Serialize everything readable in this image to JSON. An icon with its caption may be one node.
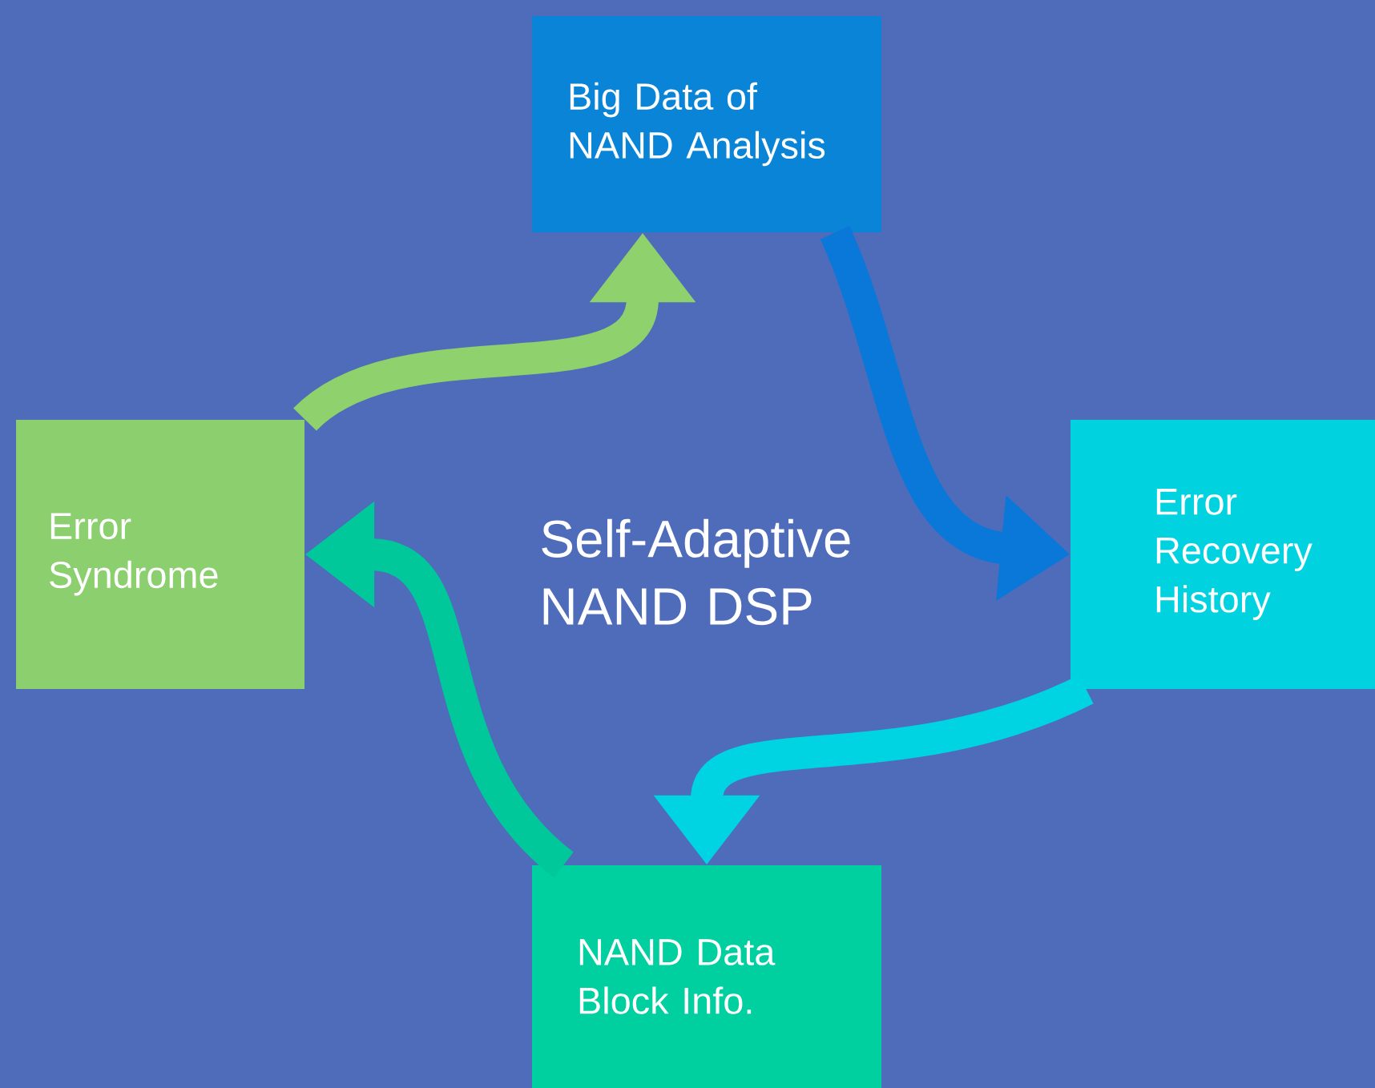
{
  "diagram": {
    "nodes": [
      {
        "text": [
          "Big Data of NAND Analysis"
        ]
      },
      {
        "text": [
          "Error Recovery History"
        ]
      },
      {
        "text": [
          "NAND Data Block Info."
        ]
      },
      {
        "text": [
          "Error Syndrome"
        ]
      }
    ],
    "edges": [
      {
        "from": 0,
        "to": 1,
        "arrow": "to",
        "color": "#0a78d8"
      },
      {
        "from": 1,
        "to": 2,
        "arrow": "to",
        "color": "#00d4e2"
      },
      {
        "from": 2,
        "to": 3,
        "arrow": "to",
        "color": "#00c89a"
      },
      {
        "from": 3,
        "to": 0,
        "arrow": "to",
        "color": "#8fd16c"
      }
    ],
    "labels": [
      "Self-Adaptive NAND DSP"
    ]
  }
}
